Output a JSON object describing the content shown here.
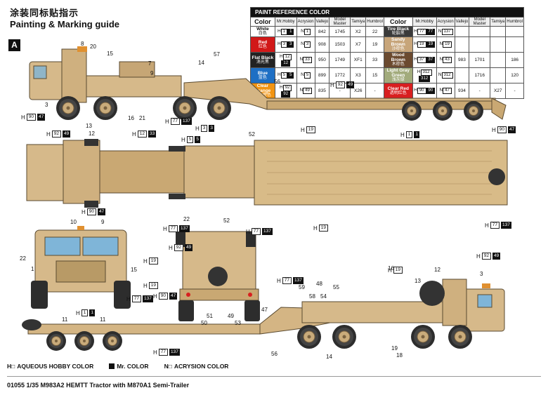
{
  "header": {
    "title_cn": "涂装同标贴指示",
    "title_en": "Painting & Marking guide",
    "view_badge": "A"
  },
  "paint_table": {
    "title": "PAINT REFERENCE COLOR",
    "columns": [
      "Color",
      "Mr.Hobby",
      "Acrysion",
      "Vallejo",
      "Model Master",
      "Tamiya",
      "Humbrol"
    ],
    "left_rows": [
      {
        "name": "White",
        "cn": "白色",
        "color": "#ffffff",
        "text": "#111",
        "h": "1",
        "n": "1",
        "vallejo": "842",
        "mm": "1745",
        "tamiya": "X2",
        "humbrol": "22"
      },
      {
        "name": "Red",
        "cn": "红色",
        "color": "#d11818",
        "text": "#fff",
        "h": "3",
        "n": "3",
        "vallejo": "908",
        "mm": "1503",
        "tamiya": "X7",
        "humbrol": "19"
      },
      {
        "name": "Flat Black",
        "cn": "消光黑",
        "color": "#222222",
        "text": "#fff",
        "h": "12",
        "n": "33",
        "vallejo": "950",
        "mm": "1749",
        "tamiya": "XF1",
        "humbrol": "33"
      },
      {
        "name": "Blue",
        "cn": "蓝色",
        "color": "#1e6fc4",
        "text": "#fff",
        "h": "5",
        "n": "5",
        "vallejo": "899",
        "mm": "1772",
        "tamiya": "X3",
        "humbrol": "15"
      },
      {
        "name": "Clear Orange",
        "cn": "透明橙色",
        "color": "#f29411",
        "text": "#fff",
        "h": "92",
        "n": "49",
        "vallejo": "835",
        "mm": "-",
        "tamiya": "X26",
        "humbrol": "-"
      }
    ],
    "right_rows": [
      {
        "name": "Tire Black",
        "cn": "轮胎黑",
        "color": "#3a3a3a",
        "text": "#fff",
        "h": "77",
        "n": "137",
        "vallejo": "",
        "mm": "",
        "tamiya": "",
        "humbrol": ""
      },
      {
        "name": "Sandy Brown",
        "cn": "沙棕色",
        "color": "#c7a57a",
        "text": "#fff",
        "h": "19",
        "n": "19",
        "vallejo": "",
        "mm": "",
        "tamiya": "",
        "humbrol": ""
      },
      {
        "name": "Wood Brown",
        "cn": "木棕色",
        "color": "#6b4a2f",
        "text": "#fff",
        "h": "37",
        "n": "43",
        "vallejo": "983",
        "mm": "1701",
        "tamiya": "",
        "humbrol": "186"
      },
      {
        "name": "Light Gray Green",
        "cn": "浅灰绿",
        "color": "#a2ab7c",
        "text": "#fff",
        "h": "312",
        "n": "312",
        "vallejo": "",
        "mm": "1716",
        "tamiya": "",
        "humbrol": "120"
      },
      {
        "name": "Clear Red",
        "cn": "透明红色",
        "color": "#d81f1f",
        "text": "#fff",
        "h": "90",
        "n": "47",
        "vallejo": "934",
        "mm": "-",
        "tamiya": "X27",
        "humbrol": "-"
      }
    ]
  },
  "legend": {
    "h": "AQUEOUS HOBBY COLOR",
    "m": "Mr. COLOR",
    "n": "ACRYSION COLOR"
  },
  "footer": "01055  1/35  M983A2 HEMTT Tractor with M870A1 Semi-Trailer",
  "codes": {
    "c1": [
      "90",
      "47"
    ],
    "c2": [
      "77",
      "137"
    ],
    "c3": [
      "92",
      "49"
    ],
    "c4": [
      "19"
    ],
    "c5": [
      "1",
      "1"
    ],
    "c6": [
      "12",
      "33"
    ],
    "c7": [
      "3",
      "3"
    ],
    "c8": [
      "5",
      "5"
    ]
  },
  "colors": {
    "sand": "#d6b98a",
    "sand_dark": "#b8975f",
    "tire": "#333333",
    "glass": "#7fb5d8"
  }
}
